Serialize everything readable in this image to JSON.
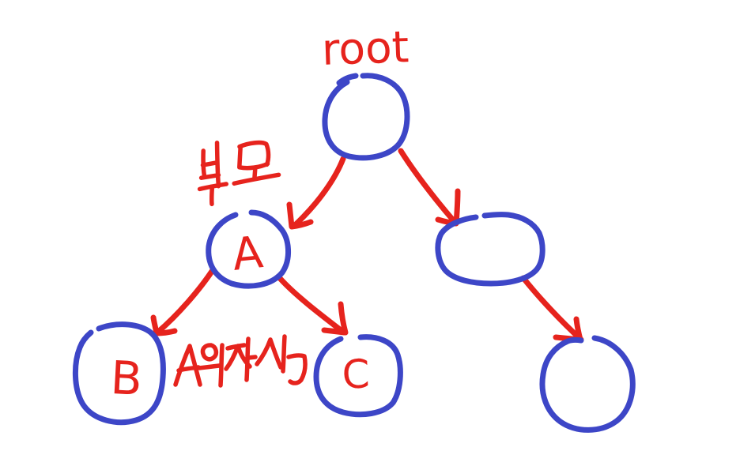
{
  "colors": {
    "background": "#ffffff",
    "ink_blue": "#3d46c7",
    "ink_red": "#e6231d"
  },
  "labels": {
    "root": "root",
    "parent_ko": "부모",
    "children_of_a_ko": "A의 자식"
  },
  "nodes": {
    "root": {
      "label": ""
    },
    "a": {
      "label": "A"
    },
    "right": {
      "label": ""
    },
    "b": {
      "label": "B"
    },
    "c": {
      "label": "C"
    },
    "right_child": {
      "label": ""
    }
  },
  "edges": [
    {
      "from": "root",
      "to": "a"
    },
    {
      "from": "root",
      "to": "right"
    },
    {
      "from": "a",
      "to": "b"
    },
    {
      "from": "a",
      "to": "c"
    },
    {
      "from": "right",
      "to": "right_child"
    }
  ],
  "diagram": {
    "type": "tree",
    "description": "Hand-drawn binary tree: root node with two children; left child A has children B and C (labeled 'A의 자식'); right child has one child."
  }
}
